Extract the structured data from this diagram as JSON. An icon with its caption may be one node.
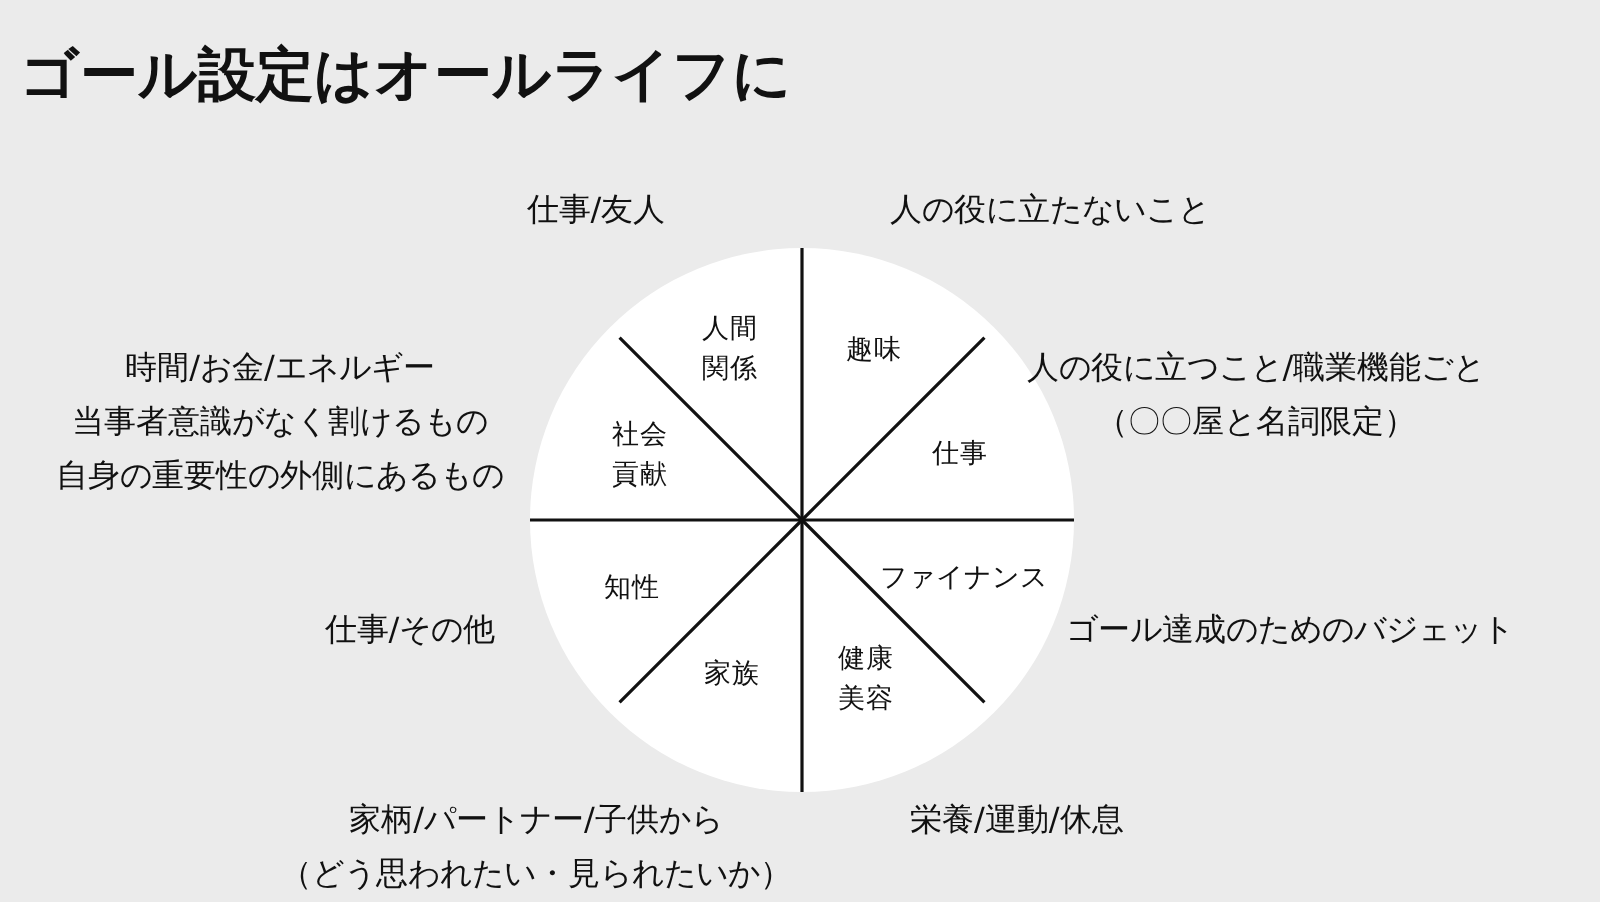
{
  "diagram": {
    "title": "ゴール設定はオールライフに",
    "nodes": [
      {
        "text": [],
        "shape": "circle"
      },
      {
        "text": [
          "人間関係"
        ],
        "in": 0,
        "beside": [
          "仕事/友人"
        ]
      },
      {
        "text": [
          "趣味"
        ],
        "in": 0,
        "beside": [
          "人の役に立たないこと"
        ]
      },
      {
        "text": [
          "仕事"
        ],
        "in": 0,
        "beside": [
          "人の役に立つこと/職業機能ごと",
          "（〇〇屋と名詞限定）"
        ]
      },
      {
        "text": [
          "ファイナンス"
        ],
        "in": 0,
        "beside": [
          "ゴール達成のためのバジェット"
        ]
      },
      {
        "text": [
          "健康美容"
        ],
        "in": 0,
        "beside": [
          "栄養/運動/休息"
        ]
      },
      {
        "text": [
          "家族"
        ],
        "in": 0,
        "beside": [
          "家柄/パートナー/子供から",
          "（どう思われたい・見られたいか）"
        ]
      },
      {
        "text": [
          "知性"
        ],
        "in": 0,
        "beside": [
          "仕事/その他"
        ]
      },
      {
        "text": [
          "社会貢献"
        ],
        "in": 0,
        "beside": [
          "時間/お金/エネルギー",
          "当事者意識がなく割けるもの",
          "自身の重要性の外側にあるもの"
        ]
      }
    ],
    "edges": []
  }
}
